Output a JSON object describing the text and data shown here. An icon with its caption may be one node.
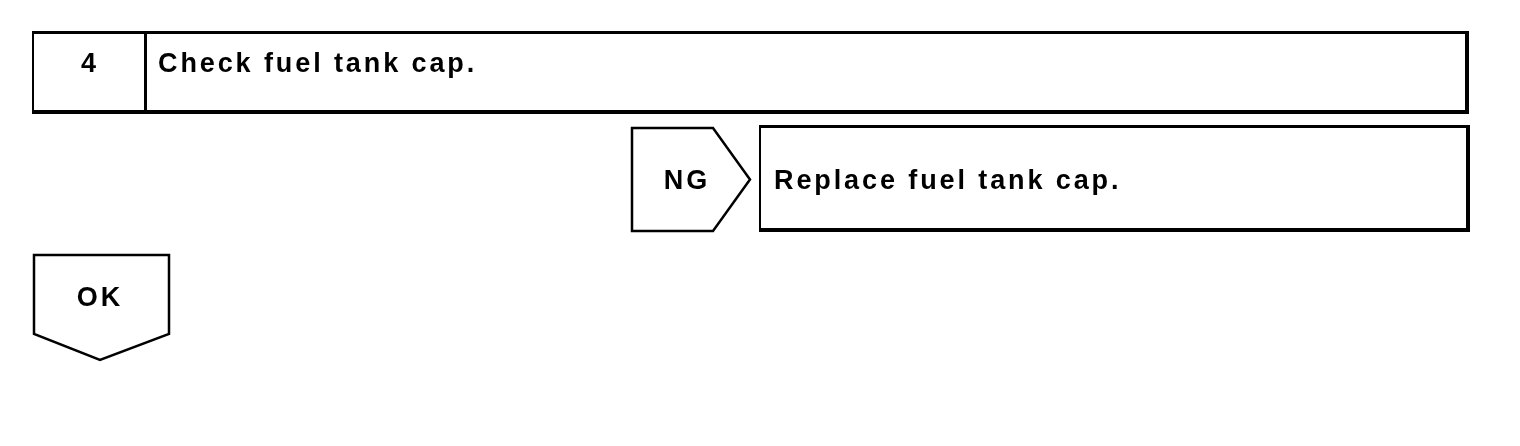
{
  "diagram": {
    "nodes": [
      {
        "text": [
          "4",
          "Check fuel tank cap."
        ]
      },
      {
        "text": [
          "Replace fuel tank cap."
        ]
      },
      {
        "text": [
          "OK"
        ]
      }
    ],
    "edges": [
      {
        "from": 0,
        "to": 1,
        "label": "NG",
        "arrow": "to"
      }
    ]
  }
}
